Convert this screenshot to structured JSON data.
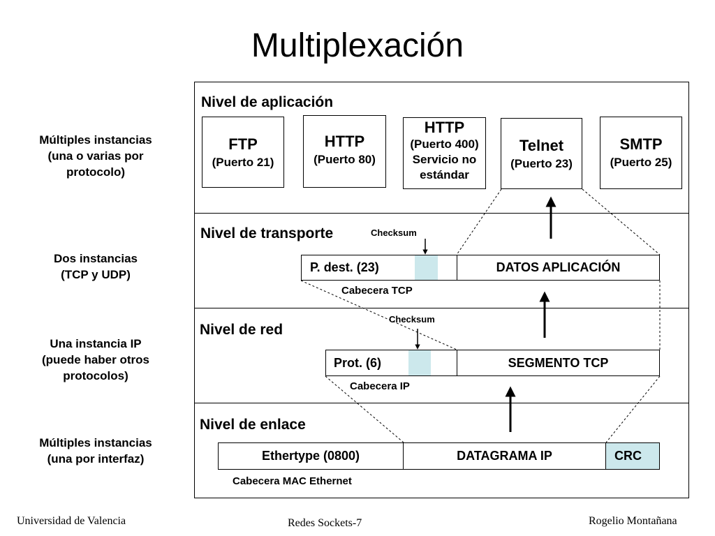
{
  "title": "Multiplexación",
  "side_labels": [
    "Múltiples instancias\n(una o varias por\nprotocolo)",
    "Dos instancias\n(TCP y UDP)",
    "Una instancia IP\n(puede haber otros\nprotocolos)",
    "Múltiples instancias\n(una por interfaz)"
  ],
  "levels": {
    "application": "Nivel de aplicación",
    "transport": "Nivel de transporte",
    "network": "Nivel de red",
    "link": "Nivel de enlace"
  },
  "protocols": {
    "ftp": {
      "name": "FTP",
      "port": "(Puerto 21)"
    },
    "http80": {
      "name": "HTTP",
      "port": "(Puerto 80)"
    },
    "http400": {
      "name": "HTTP",
      "port": "(Puerto 400)",
      "note_1": "Servicio no",
      "note_2": "estándar"
    },
    "telnet": {
      "name": "Telnet",
      "port": "(Puerto 23)"
    },
    "smtp": {
      "name": "SMTP",
      "port": "(Puerto 25)"
    }
  },
  "tcp_segment": {
    "header_field": "P. dest.  (23)",
    "data": "DATOS APLICACIÓN",
    "checksum": "Checksum",
    "caption": "Cabecera TCP"
  },
  "ip_datagram": {
    "header_field": "Prot. (6)",
    "data": "SEGMENTO TCP",
    "checksum": "Checksum",
    "caption": "Cabecera IP"
  },
  "ethernet_frame": {
    "header_field": "Ethertype (0800)",
    "data": "DATAGRAMA IP",
    "trailer": "CRC",
    "caption": "Cabecera MAC Ethernet"
  },
  "footer": {
    "left": "Universidad de Valencia",
    "center": "Redes Sockets-7",
    "right": "Rogelio Montañana"
  },
  "colors": {
    "checksum_fill": "#cce8ec"
  }
}
